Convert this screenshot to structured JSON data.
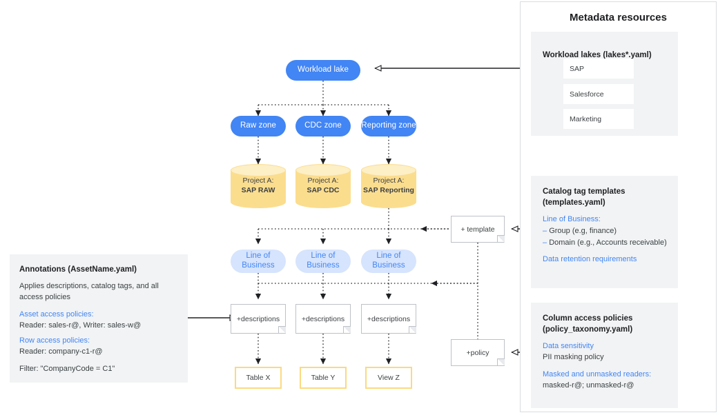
{
  "diagram": {
    "type": "architecture-flow",
    "colors": {
      "blue": "#4285F4",
      "light_blue": "#D6E4FD",
      "yellow": "#FBDD8E",
      "yellow_border": "#FCD980",
      "panel_grey": "#f1f3f4",
      "text": "#3c4043"
    }
  },
  "flow": {
    "workload_lake": "Workload lake",
    "zones": [
      "Raw zone",
      "CDC zone",
      "Reporting zone"
    ],
    "projects": [
      {
        "line1": "Project A:",
        "line2": "SAP RAW"
      },
      {
        "line1": "Project A:",
        "line2": "SAP CDC"
      },
      {
        "line1": "Project A:",
        "line2": "SAP Reporting"
      }
    ],
    "lob": [
      "Line of Business",
      "Line of Business",
      "Line of Business"
    ],
    "descriptions": [
      "+descriptions",
      "+descriptions",
      "+descriptions"
    ],
    "assets": [
      "Table X",
      "Table Y",
      "View Z"
    ],
    "template_note": "+ template",
    "policy_note": "+policy"
  },
  "annotations": {
    "title": "Annotations (AssetName.yaml)",
    "intro": "Applies descriptions, catalog tags, and all access policies",
    "asset_policies_label": "Asset access policies:",
    "asset_policies_value": "Reader: sales-r@, Writer: sales-w@",
    "row_policies_label": "Row access policies:",
    "row_policies_value": "Reader: company-c1-r@",
    "filter": "Filter: \"CompanyCode = C1\""
  },
  "metadata_panel": {
    "title": "Metadata resources",
    "workload_lakes": {
      "title": "Workload lakes (lakes*.yaml)",
      "items": [
        "SAP",
        "Salesforce",
        "Marketing"
      ]
    },
    "catalog_templates": {
      "title_line1": "Catalog tag templates",
      "title_line2": "(templates.yaml)",
      "lob_label": "Line of Business:",
      "bullets": [
        "Group (e.g, finance)",
        "Domain (e.g., Accounts receivable)"
      ],
      "retention": "Data retention requirements"
    },
    "column_policies": {
      "title_line1": "Column access policies",
      "title_line2": "(policy_taxonomy.yaml)",
      "sensitivity_label": "Data sensitivity",
      "sensitivity_value": "PII masking policy",
      "readers_label": "Masked and unmasked readers:",
      "readers_value": "masked-r@; unmasked-r@"
    }
  }
}
